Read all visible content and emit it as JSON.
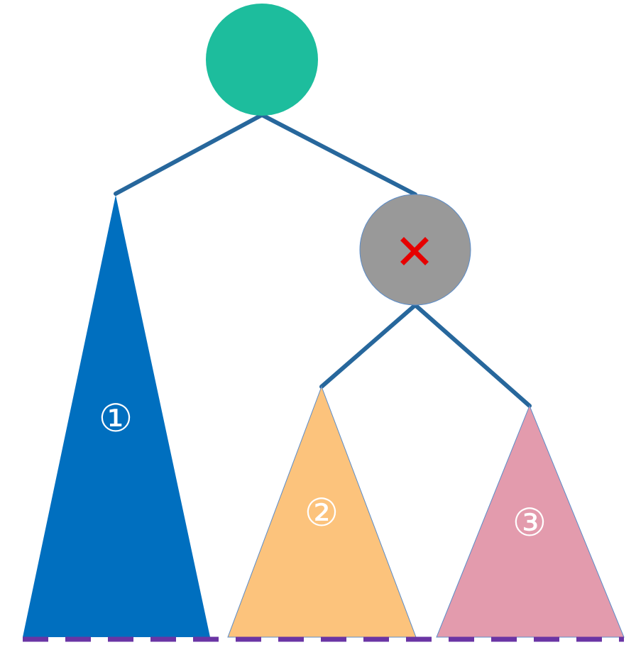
{
  "diagram": {
    "colors": {
      "root_node": "#1dbd9d",
      "removed_node": "#999999",
      "removed_mark": "#e60000",
      "edge": "#27679c",
      "subtree_1": "#006fbf",
      "subtree_2": "#fcc37c",
      "subtree_3": "#e39bad",
      "baseline": "#6a35a4",
      "label_text": "#ffffff"
    },
    "nodes": {
      "root": {
        "icon": "circle-node"
      },
      "removed": {
        "icon": "cross-icon",
        "mark": "×"
      }
    },
    "subtrees": [
      {
        "label": "①"
      },
      {
        "label": "②"
      },
      {
        "label": "③"
      }
    ]
  }
}
